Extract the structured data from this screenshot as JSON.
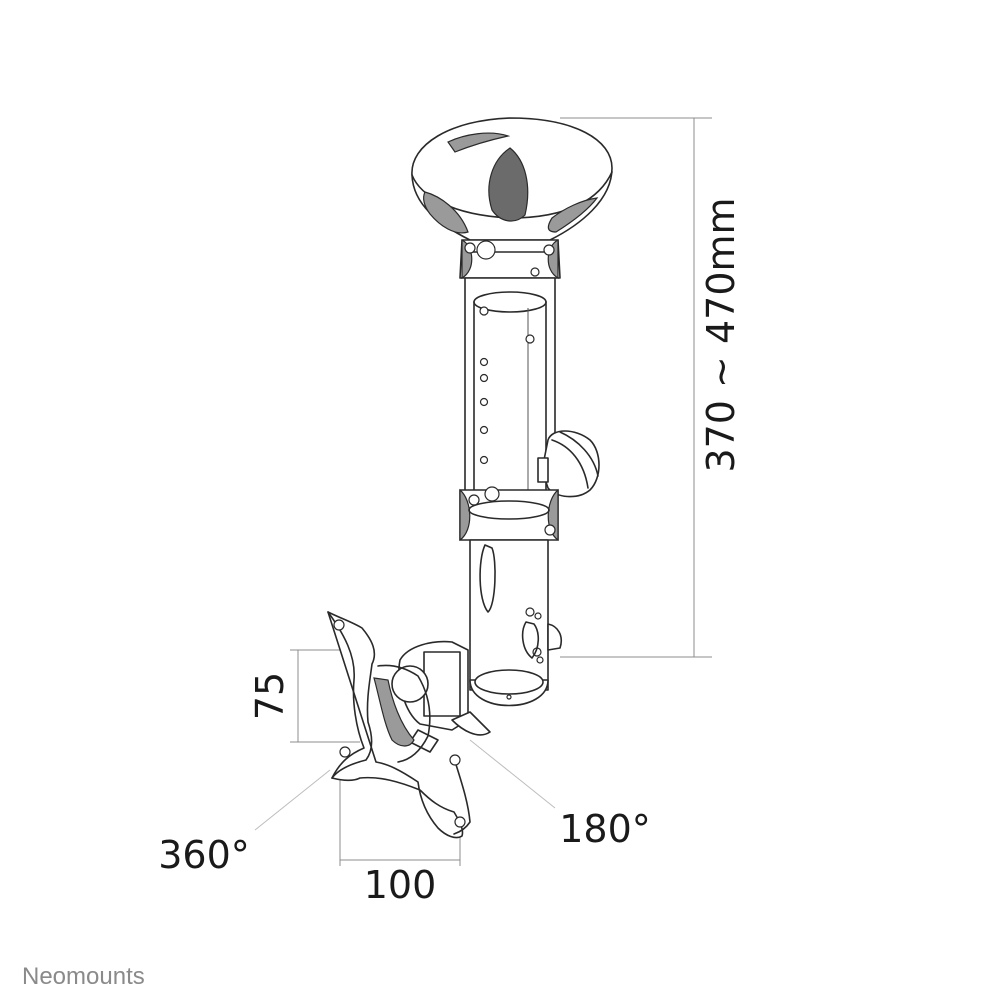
{
  "diagram": {
    "height_dimension": "370 ~ 470mm",
    "vesa_height": "75",
    "vesa_width": "100",
    "swivel_angle": "360°",
    "tilt_angle": "180°"
  },
  "brand": {
    "logo_text": "Neomounts"
  }
}
